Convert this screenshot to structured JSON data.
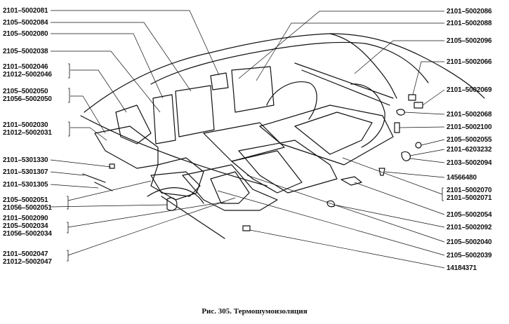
{
  "caption": "Рис. 305. Термошумоизоляция",
  "left_labels": [
    "2101–5002081",
    "2105–5002084",
    "2105–5002080",
    "2105–5002038",
    "2101–5002046",
    "21012–5002046",
    "2105–5002050",
    "21056–5002050",
    "2101–5002030",
    "21012–5002031",
    "2101–5301330",
    "2101–5301307",
    "2101–5301305",
    "2105–5002051",
    "21056–5002051",
    "2101–5002090",
    "2105–5002034",
    "21056–5002034",
    "2101–5002047",
    "21012–5002047"
  ],
  "right_labels": [
    "2101–5002086",
    "2101–5002088",
    "2105–5002096",
    "2101–5002066",
    "2101–5002069",
    "2101–5002068",
    "2101–5002100",
    "2105–5002055",
    "2101–6203232",
    "2103–5002094",
    "14566480",
    "2101–5002070",
    "2101–5002071",
    "2105–5002054",
    "2101–5002092",
    "2105–5002040",
    "2105–5002039",
    "14184371"
  ]
}
